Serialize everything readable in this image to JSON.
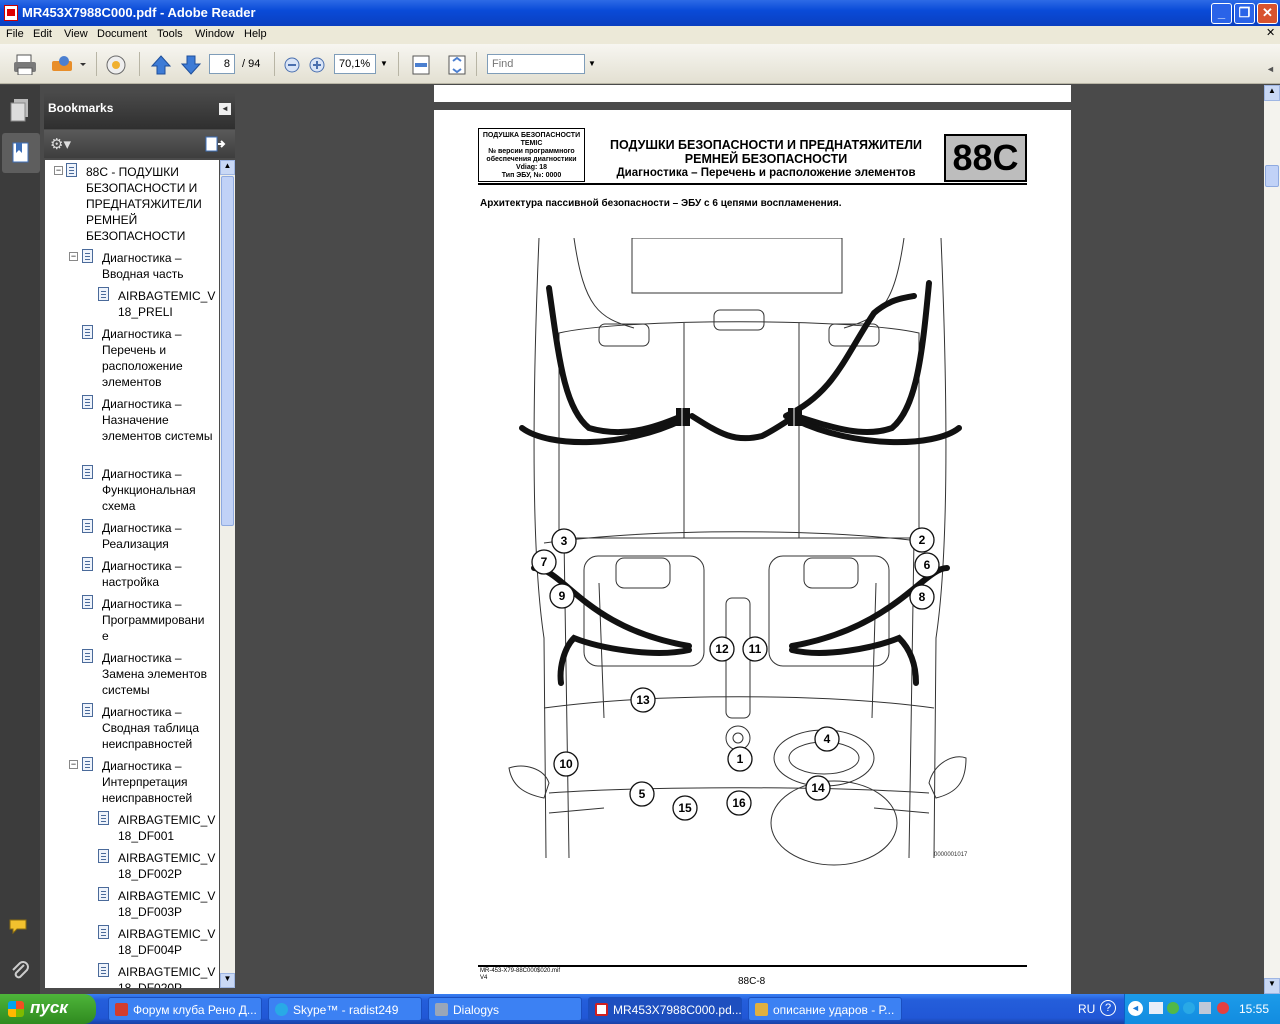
{
  "window": {
    "title": "MR453X7988C000.pdf - Adobe Reader"
  },
  "menu": [
    "File",
    "Edit",
    "View",
    "Document",
    "Tools",
    "Window",
    "Help"
  ],
  "toolbar": {
    "page_current": "8",
    "page_total": "/ 94",
    "zoom": "70,1%",
    "find_placeholder": "Find"
  },
  "panel": {
    "title": "Bookmarks"
  },
  "bookmarks": [
    {
      "label": "88C - ПОДУШКИ БЕЗОПАСНОСТИ И ПРЕДНАТЯЖИТЕЛИ РЕМНЕЙ БЕЗОПАСНОСТИ"
    },
    {
      "label": "Диагностика – Вводная часть"
    },
    {
      "label": "AIRBAGTEMIC_V 18_PRELI"
    },
    {
      "label": "Диагностика – Перечень и расположение элементов"
    },
    {
      "label": "Диагностика – Назначение элементов системы"
    },
    {
      "label": "Диагностика – Функциональная схема"
    },
    {
      "label": "Диагностика – Реализация"
    },
    {
      "label": "Диагностика – настройка"
    },
    {
      "label": "Диагностика – Программировани е"
    },
    {
      "label": "Диагностика – Замена элементов системы"
    },
    {
      "label": "Диагностика – Сводная таблица неисправностей"
    },
    {
      "label": "Диагностика – Интерпретация неисправностей"
    },
    {
      "label": "AIRBAGTEMIC_V 18_DF001"
    },
    {
      "label": "AIRBAGTEMIC_V 18_DF002P"
    },
    {
      "label": "AIRBAGTEMIC_V 18_DF003P"
    },
    {
      "label": "AIRBAGTEMIC_V 18_DF004P"
    },
    {
      "label": "AIRBAGTEMIC_V 18_DF020P"
    }
  ],
  "pdf_page": {
    "box_small": [
      "ПОДУШКА БЕЗОПАСНОСТИ TEMIC",
      "№ версии программного обеспечения диагностики",
      "Vdiag: 18",
      "Тип ЭБУ, №: 0000"
    ],
    "header_line1": "ПОДУШКИ БЕЗОПАСНОСТИ И ПРЕДНАТЯЖИТЕЛИ",
    "header_line2": "РЕМНЕЙ БЕЗОПАСНОСТИ",
    "header_line3": "Диагностика – Перечень и расположение элементов",
    "section_code": "88C",
    "subtitle": "Архитектура пассивной безопасности – ЭБУ с 6 цепями воспламенения.",
    "figure_ref": "0000001017",
    "callouts": [
      "1",
      "2",
      "3",
      "4",
      "5",
      "6",
      "7",
      "8",
      "9",
      "10",
      "11",
      "12",
      "13",
      "14",
      "15",
      "16"
    ],
    "footer_file": "MR-453-X79-88C000$020.mif",
    "footer_ver": "V4",
    "page_label": "88C-8"
  },
  "taskbar": {
    "start": "пуск",
    "tasks": [
      {
        "label": "Форум клуба Рено Д...",
        "color": "#d23c2e"
      },
      {
        "label": "Skype™ - radist249",
        "color": "#29a9e6"
      },
      {
        "label": "Dialogys",
        "color": "#9aa6b8"
      },
      {
        "label": "MR453X7988C000.pd...",
        "color": "#d02020"
      },
      {
        "label": "описание ударов - Р...",
        "color": "#e0b040"
      }
    ],
    "lang": "RU",
    "time": "15:55"
  }
}
